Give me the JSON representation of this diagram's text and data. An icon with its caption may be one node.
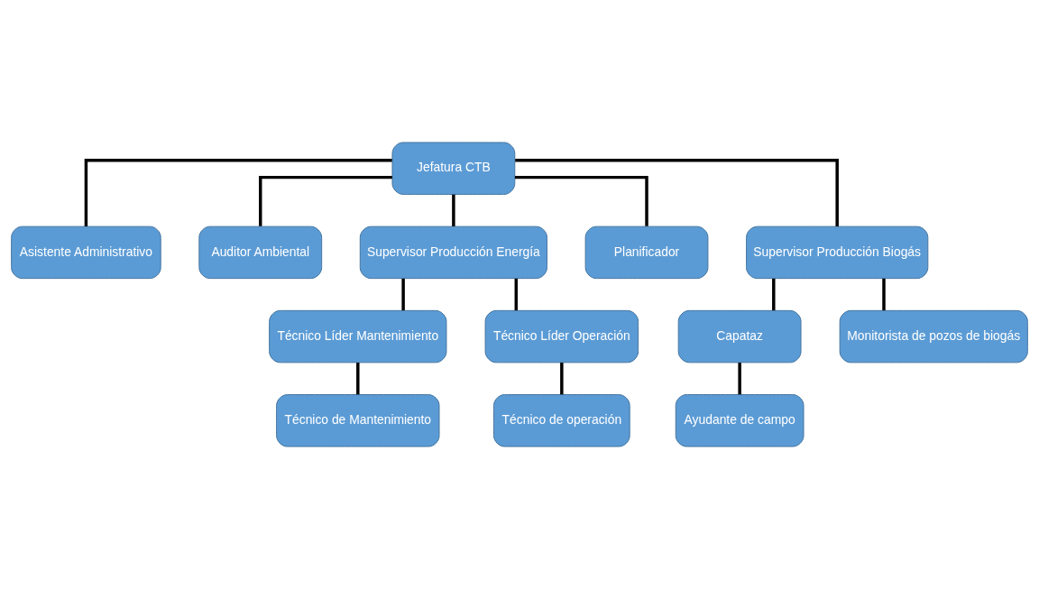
{
  "diagram": {
    "nodes": [
      {
        "text": [
          "Jefatura CTB"
        ]
      },
      {
        "text": [
          "Asistente Administrativo"
        ]
      },
      {
        "text": [
          "Auditor Ambiental"
        ]
      },
      {
        "text": [
          "Supervisor Producción Energía"
        ]
      },
      {
        "text": [
          "Planificador"
        ]
      },
      {
        "text": [
          "Supervisor Producción Biogás"
        ]
      },
      {
        "text": [
          "Técnico Líder Mantenimiento"
        ]
      },
      {
        "text": [
          "Técnico Líder Operación"
        ]
      },
      {
        "text": [
          "Capataz"
        ]
      },
      {
        "text": [
          "Monitorista de pozos de biogás"
        ]
      },
      {
        "text": [
          "Técnico de Mantenimiento"
        ]
      },
      {
        "text": [
          "Técnico de operación"
        ]
      },
      {
        "text": [
          "Ayudante de campo"
        ]
      }
    ],
    "edges": [
      {
        "from": 0,
        "to": 1,
        "arrow": "none"
      },
      {
        "from": 0,
        "to": 2,
        "arrow": "none"
      },
      {
        "from": 0,
        "to": 3,
        "arrow": "none"
      },
      {
        "from": 0,
        "to": 4,
        "arrow": "none"
      },
      {
        "from": 0,
        "to": 5,
        "arrow": "none"
      },
      {
        "from": 3,
        "to": 6,
        "arrow": "none"
      },
      {
        "from": 3,
        "to": 7,
        "arrow": "none"
      },
      {
        "from": 5,
        "to": 8,
        "arrow": "none"
      },
      {
        "from": 5,
        "to": 9,
        "arrow": "none"
      },
      {
        "from": 6,
        "to": 10,
        "arrow": "none"
      },
      {
        "from": 7,
        "to": 11,
        "arrow": "none"
      },
      {
        "from": 8,
        "to": 12,
        "arrow": "none"
      }
    ]
  }
}
